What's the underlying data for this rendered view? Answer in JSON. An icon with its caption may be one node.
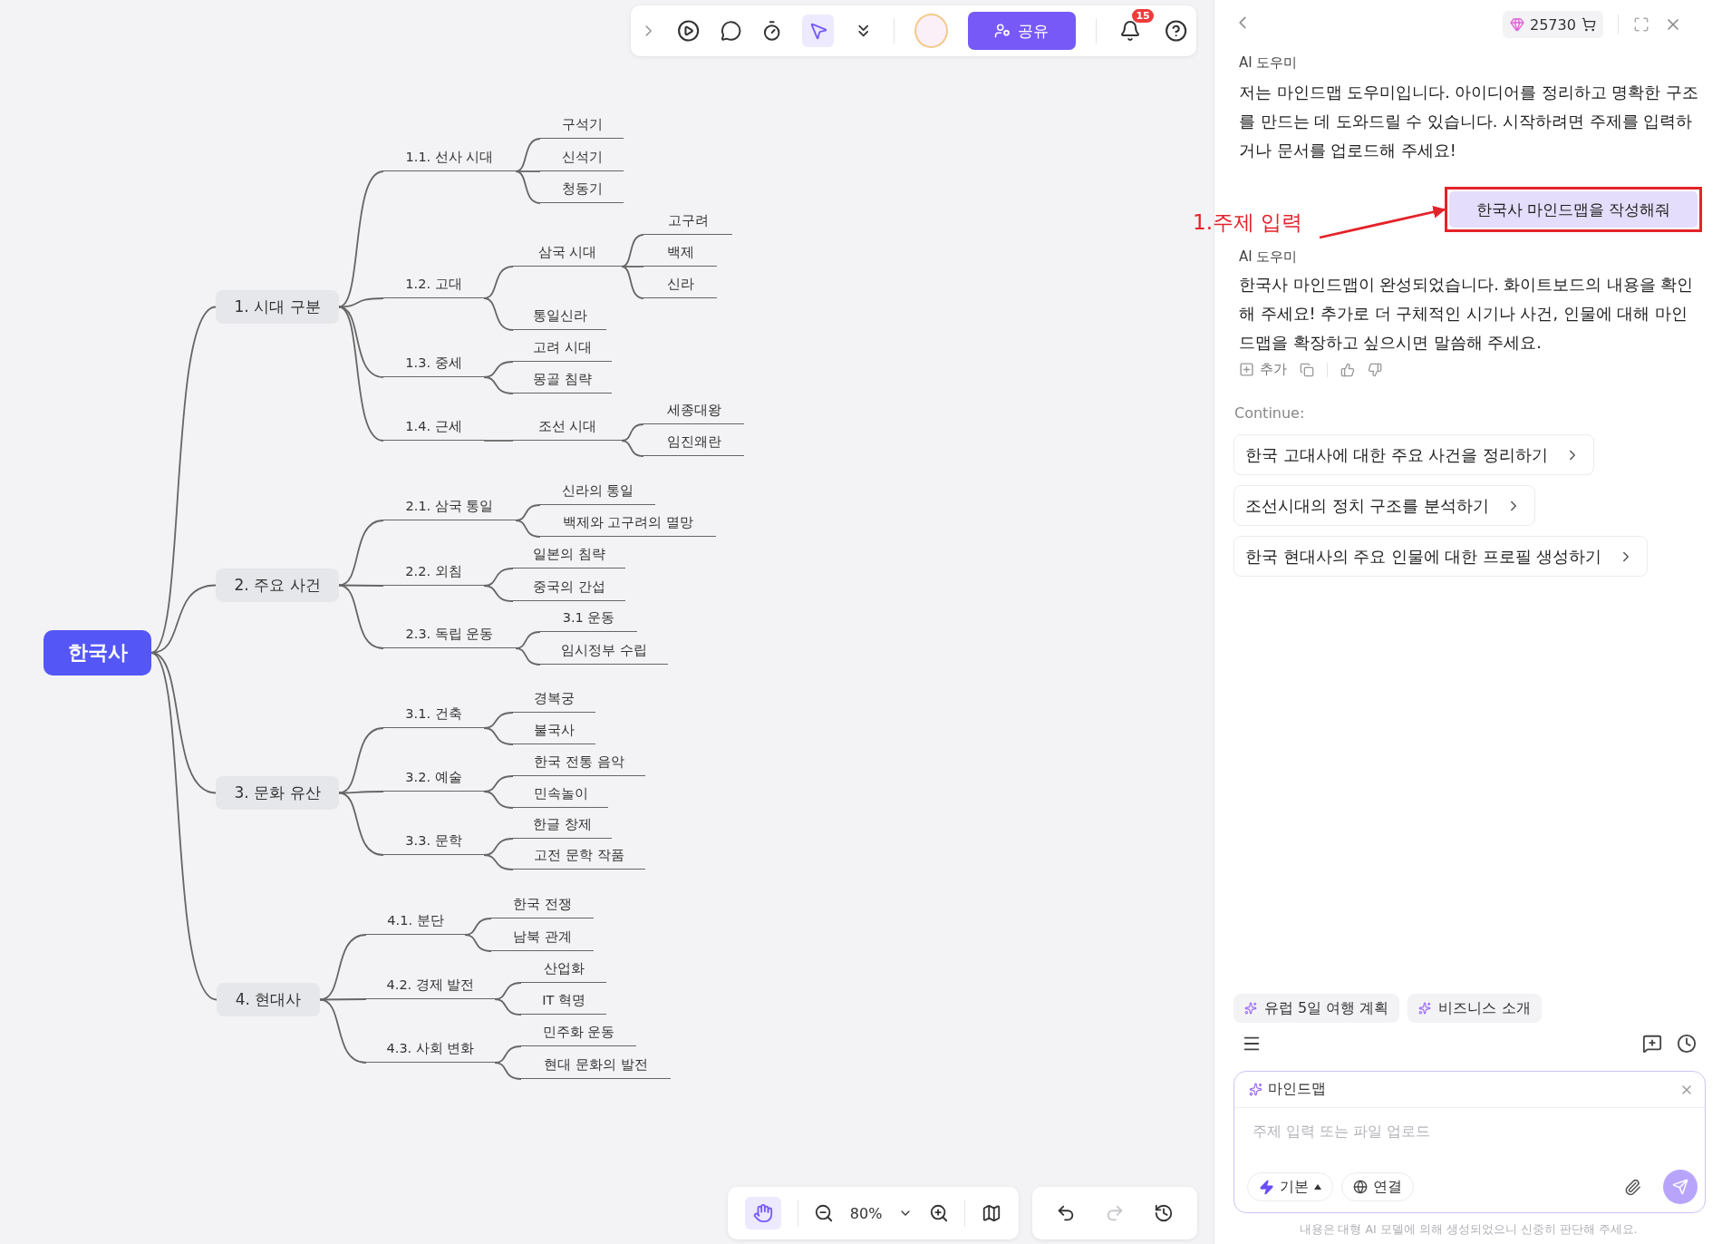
{
  "diagram": {
    "nodes": [
      {
        "text": [
          "한국사"
        ]
      },
      {
        "text": [
          "1. 시대 구분"
        ]
      },
      {
        "text": [
          "1.1. 선사 시대"
        ]
      },
      {
        "text": [
          "구석기"
        ]
      },
      {
        "text": [
          "신석기"
        ]
      },
      {
        "text": [
          "청동기"
        ]
      },
      {
        "text": [
          "1.2. 고대"
        ]
      },
      {
        "text": [
          "삼국 시대"
        ]
      },
      {
        "text": [
          "고구려"
        ]
      },
      {
        "text": [
          "백제"
        ]
      },
      {
        "text": [
          "신라"
        ]
      },
      {
        "text": [
          "통일신라"
        ]
      },
      {
        "text": [
          "1.3. 중세"
        ]
      },
      {
        "text": [
          "고려 시대"
        ]
      },
      {
        "text": [
          "몽골 침략"
        ]
      },
      {
        "text": [
          "1.4. 근세"
        ]
      },
      {
        "text": [
          "조선 시대"
        ]
      },
      {
        "text": [
          "세종대왕"
        ]
      },
      {
        "text": [
          "임진왜란"
        ]
      },
      {
        "text": [
          "2. 주요 사건"
        ]
      },
      {
        "text": [
          "2.1. 삼국 통일"
        ]
      },
      {
        "text": [
          "신라의 통일"
        ]
      },
      {
        "text": [
          "백제와 고구려의 멸망"
        ]
      },
      {
        "text": [
          "2.2. 외침"
        ]
      },
      {
        "text": [
          "일본의 침략"
        ]
      },
      {
        "text": [
          "중국의 간섭"
        ]
      },
      {
        "text": [
          "2.3. 독립 운동"
        ]
      },
      {
        "text": [
          "3.1 운동"
        ]
      },
      {
        "text": [
          "임시정부 수립"
        ]
      },
      {
        "text": [
          "3. 문화 유산"
        ]
      },
      {
        "text": [
          "3.1. 건축"
        ]
      },
      {
        "text": [
          "경복궁"
        ]
      },
      {
        "text": [
          "불국사"
        ]
      },
      {
        "text": [
          "3.2. 예술"
        ]
      },
      {
        "text": [
          "한국 전통 음악"
        ]
      },
      {
        "text": [
          "민속놀이"
        ]
      },
      {
        "text": [
          "3.3. 문학"
        ]
      },
      {
        "text": [
          "한글 창제"
        ]
      },
      {
        "text": [
          "고전 문학 작품"
        ]
      },
      {
        "text": [
          "4. 현대사"
        ]
      },
      {
        "text": [
          "4.1. 분단"
        ]
      },
      {
        "text": [
          "한국 전쟁"
        ]
      },
      {
        "text": [
          "남북 관계"
        ]
      },
      {
        "text": [
          "4.2. 경제 발전"
        ]
      },
      {
        "text": [
          "산업화"
        ]
      },
      {
        "text": [
          "IT 혁명"
        ]
      },
      {
        "text": [
          "4.3. 사회 변화"
        ]
      },
      {
        "text": [
          "민주화 운동"
        ]
      },
      {
        "text": [
          "현대 문화의 발전"
        ]
      },
      {
        "text": [
          "1.주제 입력"
        ]
      },
      {
        "text": [
          "한국사 마인드맵을 작성해줘"
        ]
      }
    ],
    "edges": [
      {
        "from": 0,
        "to": 1,
        "arrow": "none"
      },
      {
        "from": 0,
        "to": 19,
        "arrow": "none"
      },
      {
        "from": 0,
        "to": 29,
        "arrow": "none"
      },
      {
        "from": 0,
        "to": 39,
        "arrow": "none"
      },
      {
        "from": 1,
        "to": 2,
        "arrow": "none"
      },
      {
        "from": 2,
        "to": 3,
        "arrow": "none"
      },
      {
        "from": 2,
        "to": 4,
        "arrow": "none"
      },
      {
        "from": 2,
        "to": 5,
        "arrow": "none"
      },
      {
        "from": 1,
        "to": 6,
        "arrow": "none"
      },
      {
        "from": 6,
        "to": 7,
        "arrow": "none"
      },
      {
        "from": 7,
        "to": 8,
        "arrow": "none"
      },
      {
        "from": 7,
        "to": 9,
        "arrow": "none"
      },
      {
        "from": 7,
        "to": 10,
        "arrow": "none"
      },
      {
        "from": 6,
        "to": 11,
        "arrow": "none"
      },
      {
        "from": 1,
        "to": 12,
        "arrow": "none"
      },
      {
        "from": 12,
        "to": 13,
        "arrow": "none"
      },
      {
        "from": 12,
        "to": 14,
        "arrow": "none"
      },
      {
        "from": 1,
        "to": 15,
        "arrow": "none"
      },
      {
        "from": 15,
        "to": 16,
        "arrow": "none"
      },
      {
        "from": 16,
        "to": 17,
        "arrow": "none"
      },
      {
        "from": 16,
        "to": 18,
        "arrow": "none"
      },
      {
        "from": 19,
        "to": 20,
        "arrow": "none"
      },
      {
        "from": 20,
        "to": 21,
        "arrow": "none"
      },
      {
        "from": 20,
        "to": 22,
        "arrow": "none"
      },
      {
        "from": 19,
        "to": 23,
        "arrow": "none"
      },
      {
        "from": 23,
        "to": 24,
        "arrow": "none"
      },
      {
        "from": 23,
        "to": 25,
        "arrow": "none"
      },
      {
        "from": 19,
        "to": 26,
        "arrow": "none"
      },
      {
        "from": 26,
        "to": 27,
        "arrow": "none"
      },
      {
        "from": 26,
        "to": 28,
        "arrow": "none"
      },
      {
        "from": 29,
        "to": 30,
        "arrow": "none"
      },
      {
        "from": 30,
        "to": 31,
        "arrow": "none"
      },
      {
        "from": 30,
        "to": 32,
        "arrow": "none"
      },
      {
        "from": 29,
        "to": 33,
        "arrow": "none"
      },
      {
        "from": 33,
        "to": 34,
        "arrow": "none"
      },
      {
        "from": 33,
        "to": 35,
        "arrow": "none"
      },
      {
        "from": 29,
        "to": 36,
        "arrow": "none"
      },
      {
        "from": 36,
        "to": 37,
        "arrow": "none"
      },
      {
        "from": 36,
        "to": 38,
        "arrow": "none"
      },
      {
        "from": 39,
        "to": 40,
        "arrow": "none"
      },
      {
        "from": 40,
        "to": 41,
        "arrow": "none"
      },
      {
        "from": 40,
        "to": 42,
        "arrow": "none"
      },
      {
        "from": 39,
        "to": 43,
        "arrow": "none"
      },
      {
        "from": 43,
        "to": 44,
        "arrow": "none"
      },
      {
        "from": 43,
        "to": 45,
        "arrow": "none"
      },
      {
        "from": 39,
        "to": 46,
        "arrow": "none"
      },
      {
        "from": 46,
        "to": 47,
        "arrow": "none"
      },
      {
        "from": 46,
        "to": 48,
        "arrow": "none"
      },
      {
        "from": 49,
        "to": 50,
        "arrow": "to",
        "color": "#e3232a"
      }
    ],
    "labels": [
      "공유",
      "15",
      "25730",
      "AI 도우미",
      "저는 마인드맵 도우미입니다. 아이디어를 정리하고 명확한 구조를 만드는 데 도와드릴 수 있습니다. 시작하려면 주제를 입력하거나 문서를 업로드해 주세요!",
      "AI 도우미",
      "한국사 마인드맵이 완성되었습니다. 화이트보드의 내용을 확인해 주세요! 추가로 더 구체적인 시기나 사건, 인물에 대해 마인드맵을 확장하고 싶으시면 말씀해 주세요.",
      "추가",
      "Continue:",
      "한국 고대사에 대한 주요 사건을 정리하기",
      "조선시대의 정치 구조를 분석하기",
      "한국 현대사의 주요 인물에 대한 프로필 생성하기",
      "유럽 5일 여행 계획",
      "비즈니스 소개",
      "마인드맵",
      "주제 입력 또는 파일 업로드",
      "기본",
      "연결",
      "내용은 대형 AI 모델에 의해 생성되었으니 신중히 판단해 주세요.",
      "80%"
    ]
  }
}
